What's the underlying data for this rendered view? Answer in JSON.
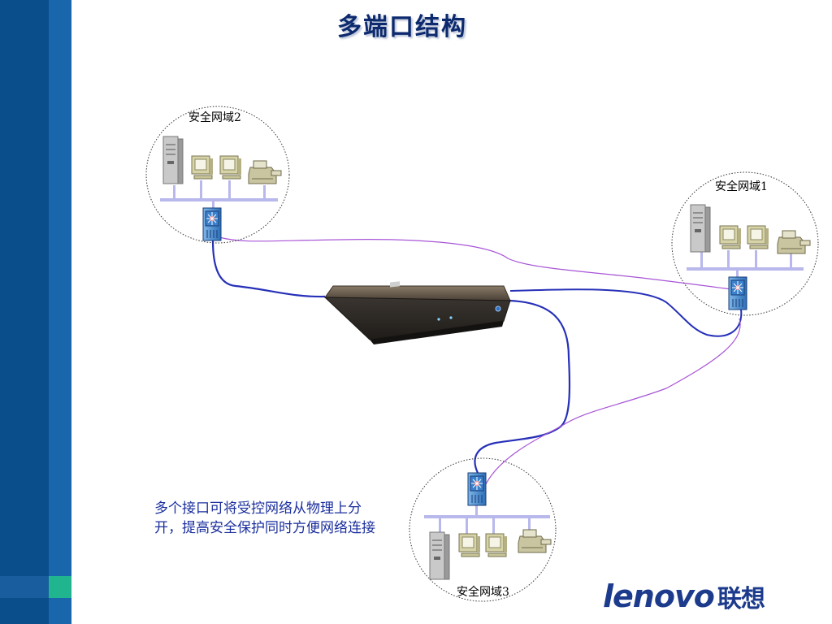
{
  "title": "多端口结构",
  "zones": [
    {
      "label": "安全网域2"
    },
    {
      "label": "安全网域1"
    },
    {
      "label": "安全网域3"
    }
  ],
  "caption": "多个接口可将受控网络从物理上分开，提高安全保护同时方便网络连接",
  "logo": {
    "text": "lenovo",
    "cn": "联想"
  },
  "colors": {
    "sidebar": "#0a4f8c",
    "title": "#0d2a6e",
    "caption": "#1b2f9e",
    "link_primary": "#2730b8",
    "link_secondary": "#a855d6",
    "accent": "#20b48f"
  },
  "icons": [
    "server-icon",
    "workstation-icon",
    "printer-icon",
    "firewall-switch-icon",
    "appliance-icon"
  ]
}
